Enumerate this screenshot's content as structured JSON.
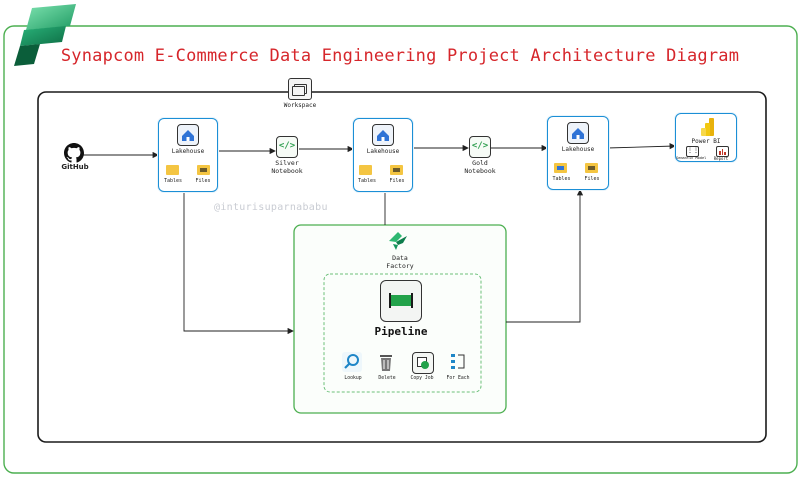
{
  "title": "Synapcom E-Commerce Data Engineering Project Architecture Diagram",
  "watermark": "@inturisuparnababu",
  "source": {
    "label": "GitHub",
    "icon": "github-icon"
  },
  "workspace": {
    "label": "Workspace",
    "icon": "workspace-icon"
  },
  "lakehouses": [
    {
      "label": "Lakehouse",
      "tables": "Tables",
      "files": "Files"
    },
    {
      "label": "Lakehouse",
      "tables": "Tables",
      "files": "Files"
    },
    {
      "label": "Lakehouse",
      "tables": "Tables",
      "files": "Files"
    }
  ],
  "notebooks": {
    "silver": [
      "Silver",
      "Notebook"
    ],
    "gold": [
      "Gold",
      "Notebook"
    ]
  },
  "powerbi": {
    "label": "Power BI",
    "semantic_model": "Semantic Model",
    "report": "Report"
  },
  "data_factory": {
    "label": [
      "Data",
      "Factory"
    ]
  },
  "pipeline": {
    "label": "Pipeline",
    "activities": [
      "Lookup",
      "Delete",
      "Copy Job",
      "For Each"
    ]
  },
  "colors": {
    "title": "#d6262b",
    "lakehouse_border": "#1b8fd6",
    "factory_border": "#4caf50",
    "fabric_logo": "#1fa76a",
    "powerbi": "#f2c811"
  }
}
